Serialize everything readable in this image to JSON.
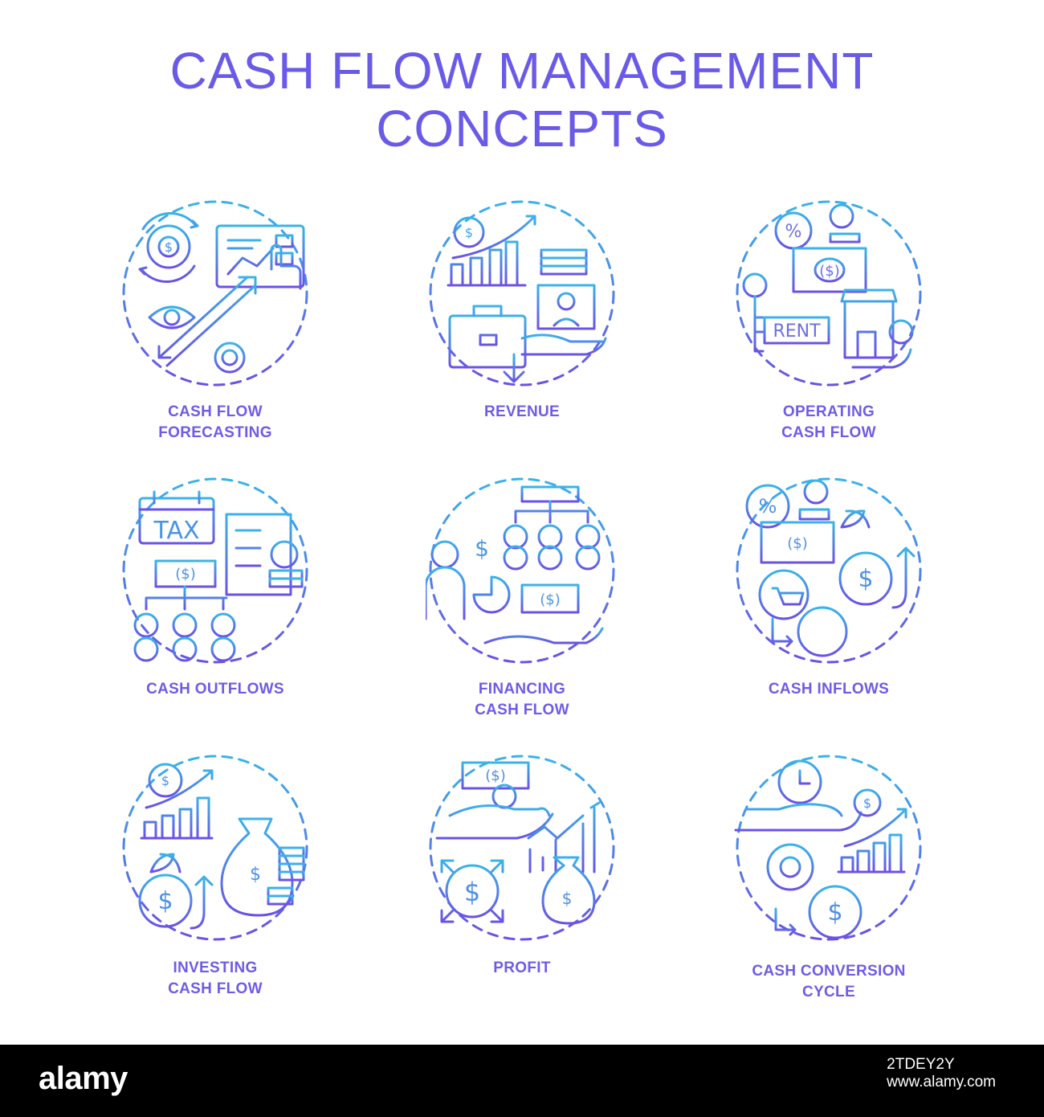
{
  "title": {
    "line1": "CASH FLOW MANAGEMENT",
    "line2": "CONCEPTS"
  },
  "colors": {
    "gradient_top": "#3ab3ea",
    "gradient_bottom": "#6a52e6",
    "label": "#6f5ce6",
    "footer_bg": "#000000"
  },
  "concepts": [
    {
      "icon": "forecasting-icon",
      "line1": "CASH FLOW",
      "line2": "FORECASTING"
    },
    {
      "icon": "revenue-icon",
      "line1": "REVENUE",
      "line2": ""
    },
    {
      "icon": "operating-cash-flow-icon",
      "line1": "OPERATING",
      "line2": "CASH FLOW"
    },
    {
      "icon": "cash-outflows-icon",
      "line1": "CASH OUTFLOWS",
      "line2": ""
    },
    {
      "icon": "financing-cash-flow-icon",
      "line1": "FINANCING",
      "line2": "CASH FLOW"
    },
    {
      "icon": "cash-inflows-icon",
      "line1": "CASH INFLOWS",
      "line2": ""
    },
    {
      "icon": "investing-cash-flow-icon",
      "line1": "INVESTING",
      "line2": "CASH FLOW"
    },
    {
      "icon": "profit-icon",
      "line1": "PROFIT",
      "line2": ""
    },
    {
      "icon": "cash-conversion-cycle-icon",
      "line1": "CASH CONVERSION",
      "line2": "CYCLE"
    }
  ],
  "icon_text": {
    "tax": "TAX",
    "rent": "RENT",
    "dollar": "$",
    "percent": "%",
    "bill": "($)"
  },
  "footer": {
    "brand": "alamy",
    "code_line1": "2TDEY2Y",
    "code_line2": "www.alamy.com"
  }
}
